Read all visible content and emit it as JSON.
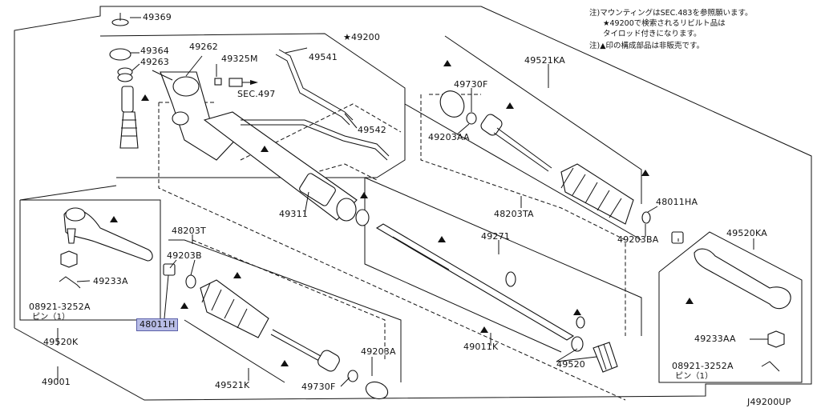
{
  "notes": {
    "line1": "注)マウンティングはSEC.483を参照願います。",
    "line2": "★49200で検索されるリビルト品は",
    "line3": "タイロッド付きになります。",
    "line4": "注)▲印の構成部品は非販売です。"
  },
  "diagram_code": "J49200UP",
  "labels": {
    "p49369": "49369",
    "p49364": "49364",
    "p49263": "49263",
    "p49262": "49262",
    "p49325M": "49325M",
    "sec497": "SEC.497",
    "p49200": "★49200",
    "p49541": "49541",
    "p49542": "49542",
    "p49311": "49311",
    "p49521KA": "49521KA",
    "p49730F_top": "49730F",
    "p49203AA": "49203AA",
    "p48203TA": "48203TA",
    "p48011HA": "48011HA",
    "p49203BA": "49203BA",
    "p49520KA": "49520KA",
    "p49233AA": "49233AA",
    "p08921_right": "08921-3252A",
    "pin_right": "ピン（1）",
    "p49271": "49271",
    "p49011K": "49011K",
    "p49520": "49520",
    "p48203T": "48203T",
    "p49203B": "49203B",
    "p48011H": "48011H",
    "p49233A": "49233A",
    "p08921_left": "08921-3252A",
    "pin_left": "ピン（1）",
    "p49520K": "49520K",
    "p49001": "49001",
    "p49521K": "49521K",
    "p49203A": "49203A",
    "p49730F_bottom": "49730F"
  }
}
